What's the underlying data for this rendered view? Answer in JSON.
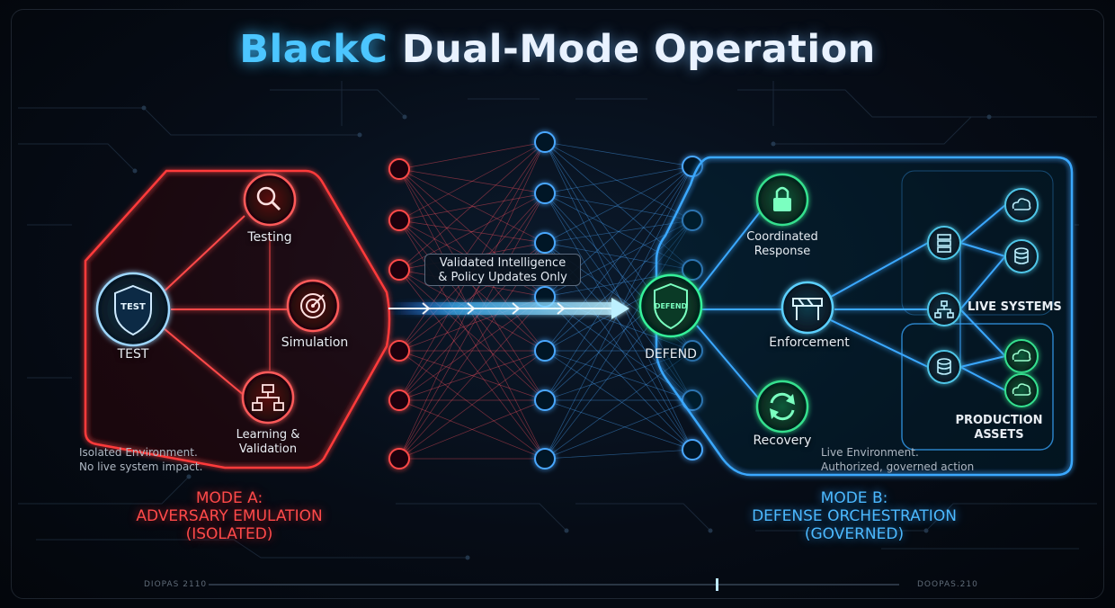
{
  "title": {
    "brand": "BlackC",
    "rest": "Dual-Mode Operation"
  },
  "mode_a": {
    "hub_label": "TEST",
    "hub_icon_text": "TEST",
    "nodes": [
      {
        "label": "Testing",
        "icon": "magnifier-icon"
      },
      {
        "label": "Simulation",
        "icon": "target-icon"
      },
      {
        "label": "Learning &\nValidation",
        "icon": "flowchart-icon"
      }
    ],
    "note_line1": "Isolated Environment.",
    "note_line2": "No live system impact.",
    "heading_line1": "MODE A:",
    "heading_line2": "ADVERSARY EMULATION",
    "heading_line3": "(ISOLATED)",
    "color": "#ff3b3b"
  },
  "channel": {
    "line1": "Validated Intelligence",
    "line2": "& Policy Updates Only"
  },
  "mode_b": {
    "hub_label": "DEFEND",
    "hub_icon_text": "DEFEND",
    "nodes": [
      {
        "label": "Coordinated\nResponse",
        "icon": "lock-icon"
      },
      {
        "label": "Enforcement",
        "icon": "barrier-icon"
      },
      {
        "label": "Recovery",
        "icon": "refresh-icon"
      }
    ],
    "live_systems": "LIVE SYSTEMS",
    "production_line1": "PRODUCTION",
    "production_line2": "ASSETS",
    "asset_icons": [
      "cloud-icon",
      "server-icon",
      "database-icon",
      "network-icon",
      "database-icon",
      "cloud-icon",
      "cloud-icon"
    ],
    "note_line1": "Live Environment.",
    "note_line2": "Authorized, governed action",
    "heading_line1": "MODE B:",
    "heading_line2": "DEFENSE ORCHESTRATION",
    "heading_line3": "(GOVERNED)",
    "color": "#3aa8ff",
    "accent_green": "#2ee68a"
  },
  "footer": {
    "left": "DIOPAS 2110",
    "right": "DOOPAS.210"
  }
}
